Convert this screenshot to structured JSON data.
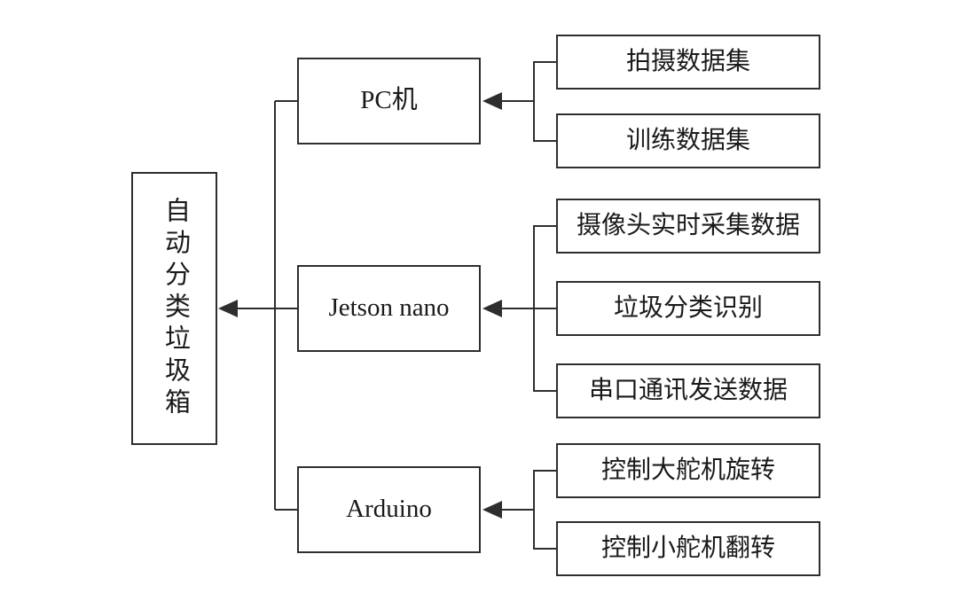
{
  "diagram": {
    "root": {
      "label": "自动分类垃圾箱"
    },
    "modules": [
      {
        "label": "PC机",
        "children": [
          "拍摄数据集",
          "训练数据集"
        ]
      },
      {
        "label": "Jetson nano",
        "children": [
          "摄像头实时采集数据",
          "垃圾分类识别",
          "串口通讯发送数据"
        ]
      },
      {
        "label": "Arduino",
        "children": [
          "控制大舵机旋转",
          "控制小舵机翻转"
        ]
      }
    ],
    "colors": {
      "background": "#ffffff",
      "line": "#2e2e2e",
      "box_fill": "#ffffff",
      "text": "#1a1a1a"
    }
  }
}
